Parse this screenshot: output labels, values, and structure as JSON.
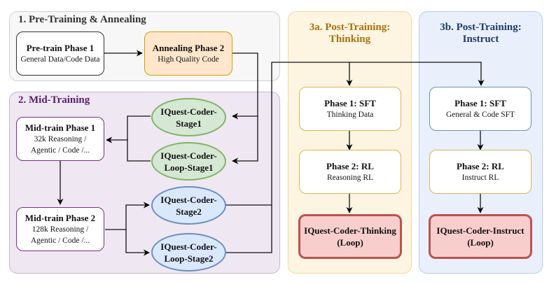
{
  "groups": {
    "pretraining": {
      "title": "1. Pre-Training & Annealing"
    },
    "midtraining": {
      "title": "2. Mid-Training"
    },
    "post_thinking": {
      "title_line1": "3a. Post-Training:",
      "title_line2": "Thinking"
    },
    "post_instruct": {
      "title_line1": "3b. Post-Training:",
      "title_line2": "Instruct"
    }
  },
  "nodes": {
    "pretrain_phase1": {
      "title": "Pre-train Phase 1",
      "sub": "General Data/Code Data"
    },
    "annealing_phase2": {
      "title": "Annealing Phase 2",
      "sub": "High Quality Code"
    },
    "midtrain_phase1": {
      "title": "Mid-train Phase 1",
      "sub1": "32k Reasoning /",
      "sub2": "Agentic / Code /..."
    },
    "midtrain_phase2": {
      "title": "Mid-train Phase 2",
      "sub1": "128k Reasoning /",
      "sub2": "Agentic / Code /..."
    },
    "stage1": {
      "line1": "IQuest-Coder-",
      "line2": "Stage1"
    },
    "loop_stage1": {
      "line1": "IQuest-Coder-",
      "line2": "Loop-Stage1"
    },
    "stage2": {
      "line1": "IQuest-Coder-",
      "line2": "Stage2"
    },
    "loop_stage2": {
      "line1": "IQuest-Coder-",
      "line2": "Loop-Stage2"
    },
    "thinking_sft": {
      "title": "Phase 1: SFT",
      "sub": "Thinking Data"
    },
    "thinking_rl": {
      "title": "Phase 2: RL",
      "sub": "Reasoning RL"
    },
    "thinking_final": {
      "line1": "IQuest-Coder-Thinking",
      "line2": "(Loop)"
    },
    "instruct_sft": {
      "title": "Phase 1: SFT",
      "sub": "General & Code SFT"
    },
    "instruct_rl": {
      "title": "Phase 2: RL",
      "sub": "Instruct RL"
    },
    "instruct_final": {
      "line1": "IQuest-Coder-Instruct",
      "line2": "(Loop)"
    }
  },
  "colors": {
    "annealing_fill": "#ffe6cc",
    "annealing_stroke": "#d79b00",
    "stage1_fill": "#d5e8d4",
    "stage1_stroke": "#82b366",
    "stage2_fill": "#dae8fc",
    "stage2_stroke": "#6c8ebf",
    "final_fill": "#f8cecc",
    "final_stroke": "#b85450",
    "midtrain_stroke": "#7b2d85",
    "thinking_box_stroke": "#d6b656",
    "instruct_sft_stroke": "#6c8ebf"
  }
}
